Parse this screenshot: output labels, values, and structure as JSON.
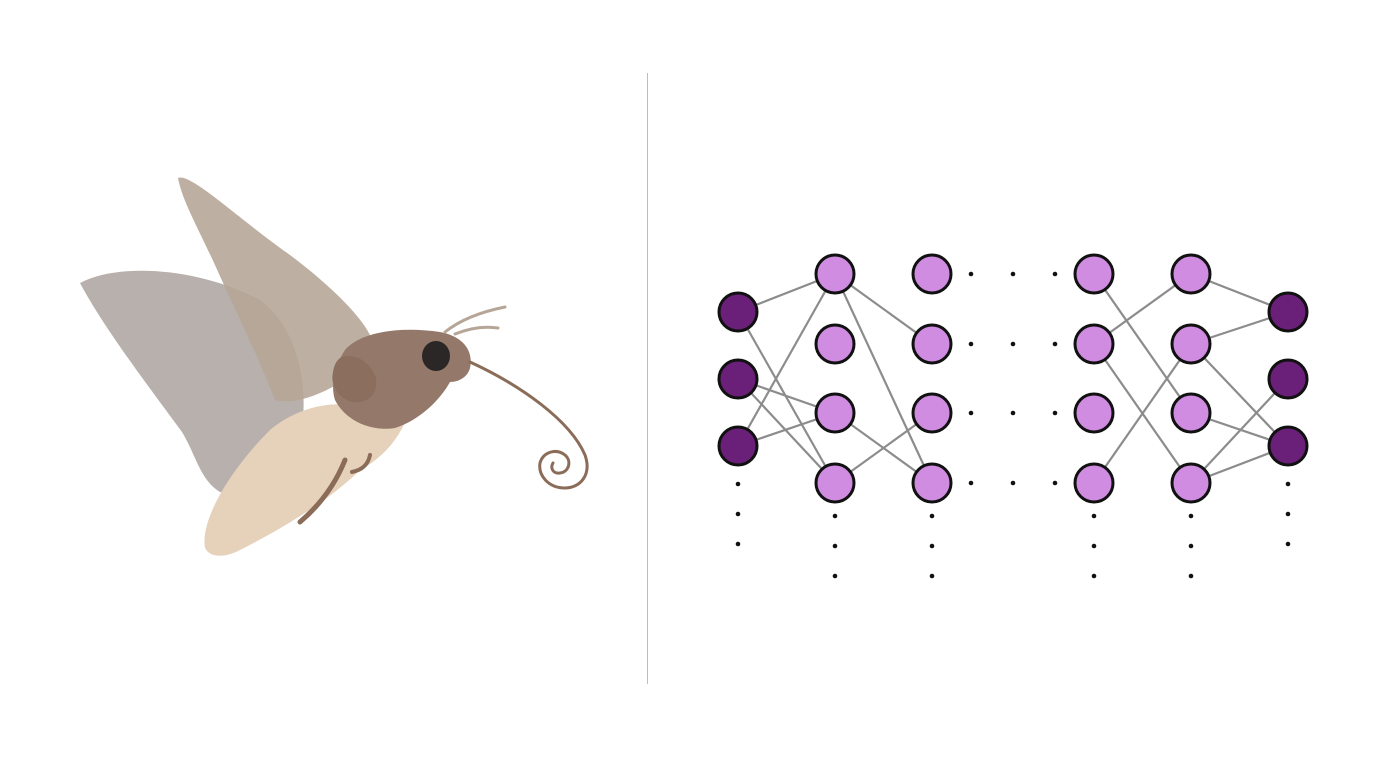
{
  "colors": {
    "background": "#ffffff",
    "divider": "#bdbdbd",
    "io_node_fill": "#6a1f78",
    "hidden_node_fill": "#cf8ce0",
    "node_stroke": "#111111",
    "edge": "#8c8c8c",
    "moth_forewing": "#b6a697",
    "moth_hindwing": "#b3aca8",
    "moth_body": "#94786a",
    "moth_head": "#8b6e5d",
    "moth_belly": "#e6d2bb",
    "moth_eye": "#2b2726",
    "moth_proboscis": "#8a6c58"
  },
  "moth": {
    "icon": "hawk-moth-icon"
  },
  "network": {
    "icon": "neural-network-diagram",
    "layers": [
      {
        "kind": "input",
        "nodes": 3
      },
      {
        "kind": "hidden",
        "nodes": 4
      },
      {
        "kind": "hidden",
        "nodes": 4
      },
      {
        "kind": "hidden",
        "nodes": 4
      },
      {
        "kind": "hidden",
        "nodes": 4
      },
      {
        "kind": "output",
        "nodes": 3
      }
    ],
    "edges": [
      [
        0,
        0,
        1,
        0
      ],
      [
        0,
        0,
        1,
        3
      ],
      [
        0,
        1,
        1,
        2
      ],
      [
        0,
        1,
        1,
        3
      ],
      [
        0,
        2,
        1,
        0
      ],
      [
        0,
        2,
        1,
        2
      ],
      [
        1,
        0,
        2,
        1
      ],
      [
        1,
        0,
        2,
        3
      ],
      [
        1,
        2,
        2,
        3
      ],
      [
        1,
        3,
        2,
        2
      ],
      [
        3,
        1,
        4,
        0
      ],
      [
        3,
        1,
        4,
        3
      ],
      [
        3,
        3,
        4,
        1
      ],
      [
        3,
        0,
        4,
        2
      ],
      [
        4,
        0,
        5,
        0
      ],
      [
        4,
        1,
        5,
        0
      ],
      [
        4,
        2,
        5,
        2
      ],
      [
        4,
        3,
        5,
        2
      ],
      [
        4,
        3,
        5,
        1
      ],
      [
        4,
        1,
        5,
        2
      ]
    ],
    "skipped_between_layers": [
      2,
      3
    ]
  }
}
